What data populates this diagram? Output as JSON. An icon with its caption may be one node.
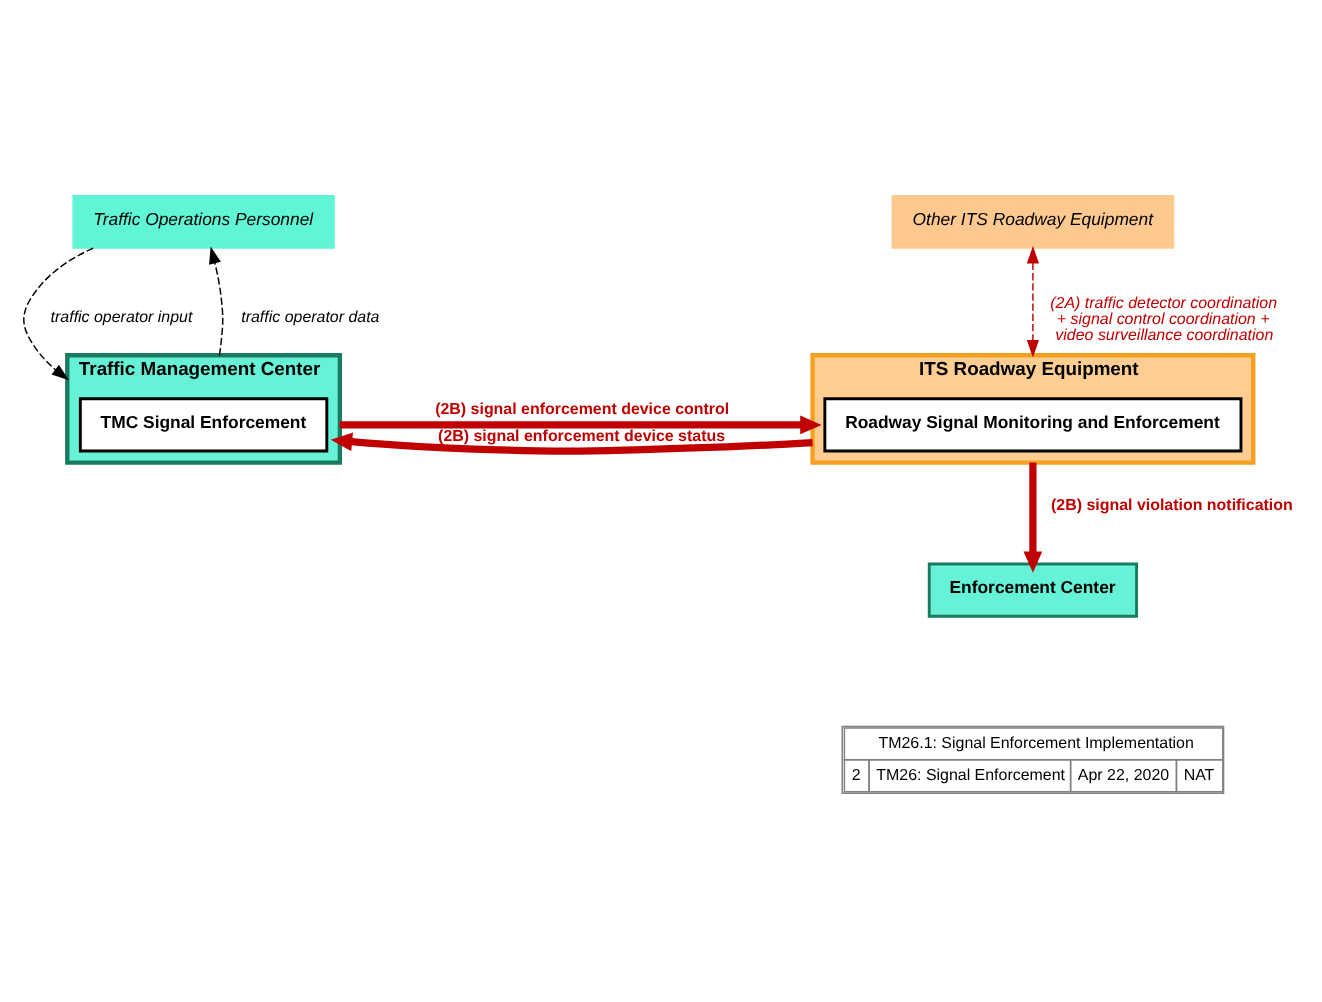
{
  "diagram": {
    "nodes": [
      {
        "text": [
          "Traffic Operations Personnel"
        ]
      },
      {
        "text": [
          "Traffic Management Center"
        ]
      },
      {
        "text": [
          "TMC Signal Enforcement"
        ],
        "in": 1
      },
      {
        "text": [
          "Other ITS Roadway Equipment"
        ]
      },
      {
        "text": [
          "ITS Roadway Equipment"
        ]
      },
      {
        "text": [
          "Roadway Signal Monitoring and Enforcement"
        ],
        "in": 4
      },
      {
        "text": [
          "Enforcement Center"
        ]
      }
    ],
    "edges": [
      {
        "from": 0,
        "to": 1,
        "arrow": "to",
        "label": "traffic operator input",
        "style": "dashed",
        "color": "#000000"
      },
      {
        "from": 1,
        "to": 0,
        "arrow": "to",
        "label": "traffic operator data",
        "style": "dashed",
        "color": "#000000"
      },
      {
        "from": 3,
        "to": 4,
        "arrow": "both",
        "label": "(2A) traffic detector coordination + signal control coordination + video surveillance coordination",
        "style": "dashed"
      },
      {
        "from": 1,
        "to": 4,
        "arrow": "to",
        "label": "(2B) signal enforcement device control",
        "style": "thick"
      },
      {
        "from": 4,
        "to": 1,
        "arrow": "to",
        "label": "(2B) signal enforcement device status",
        "style": "thick"
      },
      {
        "from": 4,
        "to": 6,
        "arrow": "to",
        "label": "(2B) signal violation notification",
        "style": "thick"
      }
    ],
    "labels": [
      "TM26.1: Signal Enforcement Implementation",
      "2",
      "TM26: Signal Enforcement",
      "Apr 22, 2020",
      "NAT"
    ]
  }
}
